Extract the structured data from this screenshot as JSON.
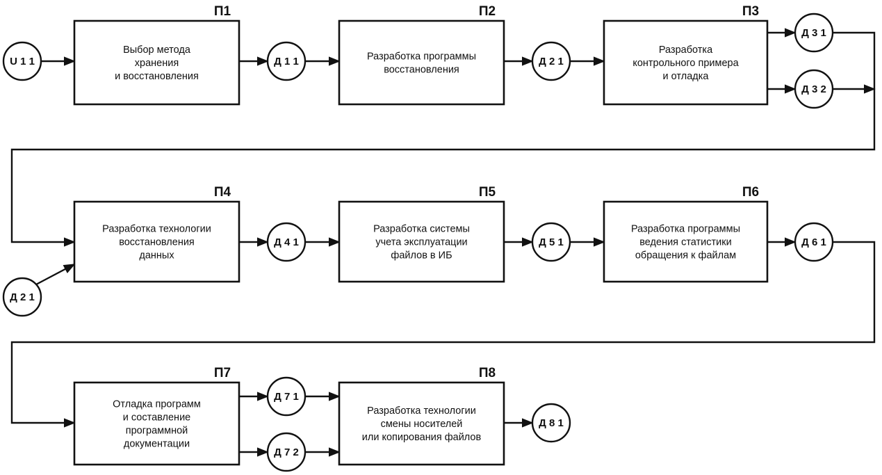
{
  "processes": [
    {
      "id": "P1",
      "tag": "П1",
      "lines": [
        "Выбор метода",
        "хранения",
        "и восстановления"
      ]
    },
    {
      "id": "P2",
      "tag": "П2",
      "lines": [
        "Разработка программы",
        "восстановления"
      ]
    },
    {
      "id": "P3",
      "tag": "П3",
      "lines": [
        "Разработка",
        "контрольного примера",
        "и отладка"
      ]
    },
    {
      "id": "P4",
      "tag": "П4",
      "lines": [
        "Разработка технологии",
        "восстановления",
        "данных"
      ]
    },
    {
      "id": "P5",
      "tag": "П5",
      "lines": [
        "Разработка системы",
        "учета эксплуатации",
        "файлов в ИБ"
      ]
    },
    {
      "id": "P6",
      "tag": "П6",
      "lines": [
        "Разработка программы",
        "ведения статистики",
        "обращения к файлам"
      ]
    },
    {
      "id": "P7",
      "tag": "П7",
      "lines": [
        "Отладка программ",
        "и составление",
        "программной",
        "документации"
      ]
    },
    {
      "id": "P8",
      "tag": "П8",
      "lines": [
        "Разработка технологии",
        "смены носителей",
        "или копирования файлов"
      ]
    }
  ],
  "data_nodes": [
    {
      "id": "U11",
      "label": "U 1 1"
    },
    {
      "id": "D11",
      "label": "Д 1 1"
    },
    {
      "id": "D21",
      "label": "Д 2 1"
    },
    {
      "id": "D31",
      "label": "Д 3 1"
    },
    {
      "id": "D32",
      "label": "Д 3 2"
    },
    {
      "id": "D41",
      "label": "Д 4 1"
    },
    {
      "id": "D21b",
      "label": "Д 2 1"
    },
    {
      "id": "D51",
      "label": "Д 5 1"
    },
    {
      "id": "D61",
      "label": "Д 6 1"
    },
    {
      "id": "D71",
      "label": "Д 7 1"
    },
    {
      "id": "D72",
      "label": "Д 7 2"
    },
    {
      "id": "D81",
      "label": "Д 8 1"
    }
  ]
}
